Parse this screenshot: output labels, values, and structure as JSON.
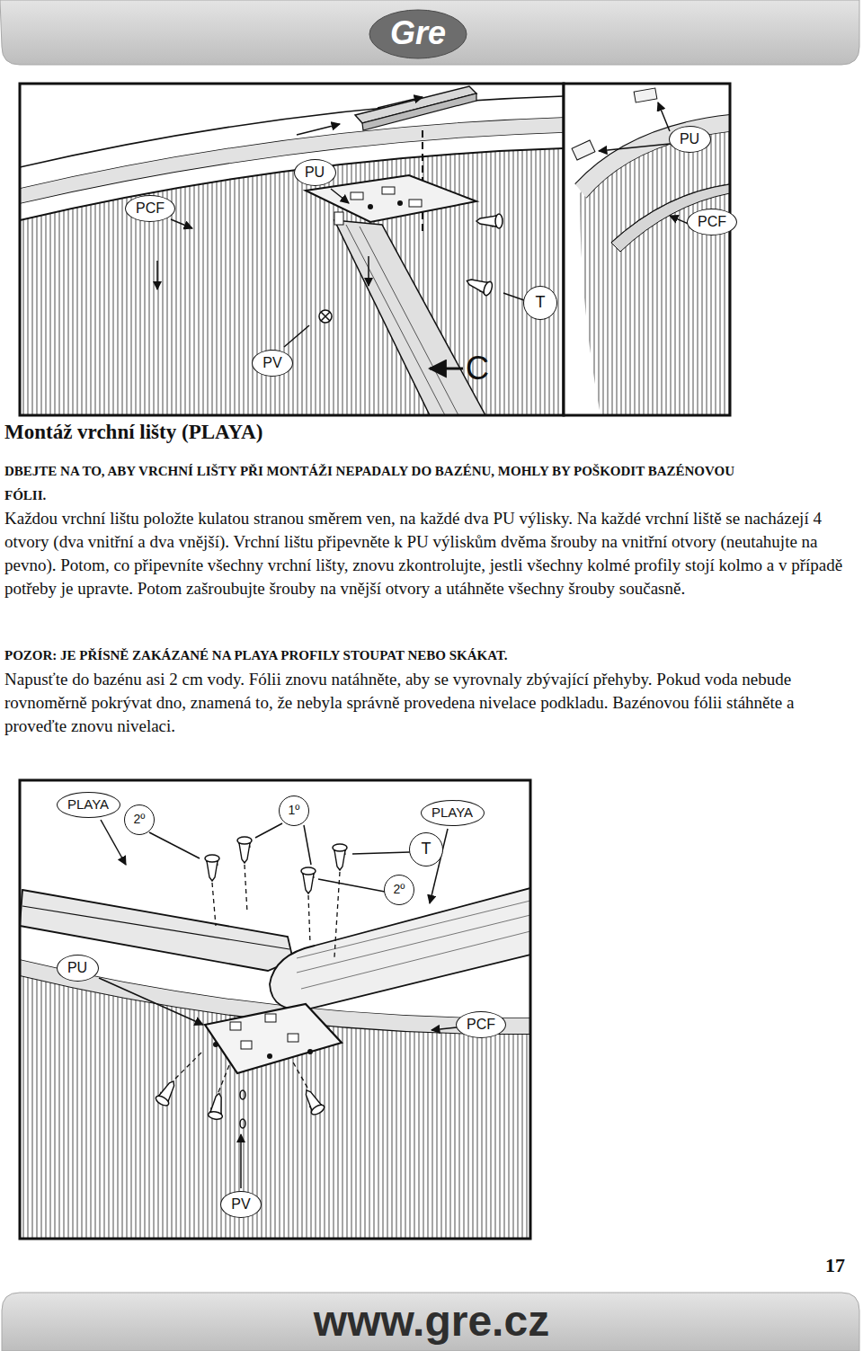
{
  "diagram": {
    "title": "Montáž vrchní lišty (PLAYA)",
    "nodes": [
      {
        "text": [
          "PU"
        ]
      },
      {
        "text": [
          "PCF"
        ]
      },
      {
        "text": [
          "T"
        ]
      },
      {
        "text": [
          "PV"
        ]
      },
      {
        "text": [
          "PU"
        ]
      },
      {
        "text": [
          "PCF"
        ]
      },
      {
        "text": [
          "PLAYA"
        ]
      },
      {
        "text": [
          "2º"
        ]
      },
      {
        "text": [
          "1º"
        ]
      },
      {
        "text": [
          "PLAYA"
        ]
      },
      {
        "text": [
          "T"
        ]
      },
      {
        "text": [
          "2º"
        ]
      },
      {
        "text": [
          "PU"
        ]
      },
      {
        "text": [
          "PCF"
        ]
      },
      {
        "text": [
          "PV"
        ]
      }
    ],
    "labels": [
      "Gre",
      "C",
      "DBEJTE NA TO, ABY VRCHNÍ LIŠTY PŘI MONTÁŽI NEPADALY DO BAZÉNU, MOHLY BY POŠKODIT BAZÉNOVOU FÓLII.",
      "Každou vrchní lištu položte kulatou stranou směrem ven, na každé dva PU výlisky. Na každé vrchní liště se nacházejí 4 otvory (dva vnitřní a dva vnější). Vrchní lištu připevněte k PU výliskům dvěma šrouby na vnitřní otvory (neutahujte na pevno). Potom, co připevníte všechny vrchní lišty, znovu zkontrolujte, jestli všechny kolmé profily stojí kolmo a v případě potřeby je upravte. Potom zašroubujte šrouby na vnější otvory a utáhněte všechny šrouby současně.",
      "POZOR: JE PŘÍSNĚ ZAKÁZANÉ NA PLAYA PROFILY STOUPAT NEBO SKÁKAT.",
      "Napusťte do bazénu asi 2 cm vody. Fólii znovu natáhněte, aby se vyrovnaly zbývající přehyby. Pokud voda nebude rovnoměrně pokrývat dno, znamená to, že nebyla správně provedena nivelace podkladu. Bazénovou fólii stáhněte a proveďte znovu nivelaci.",
      "17",
      "www.gre.cz"
    ]
  }
}
